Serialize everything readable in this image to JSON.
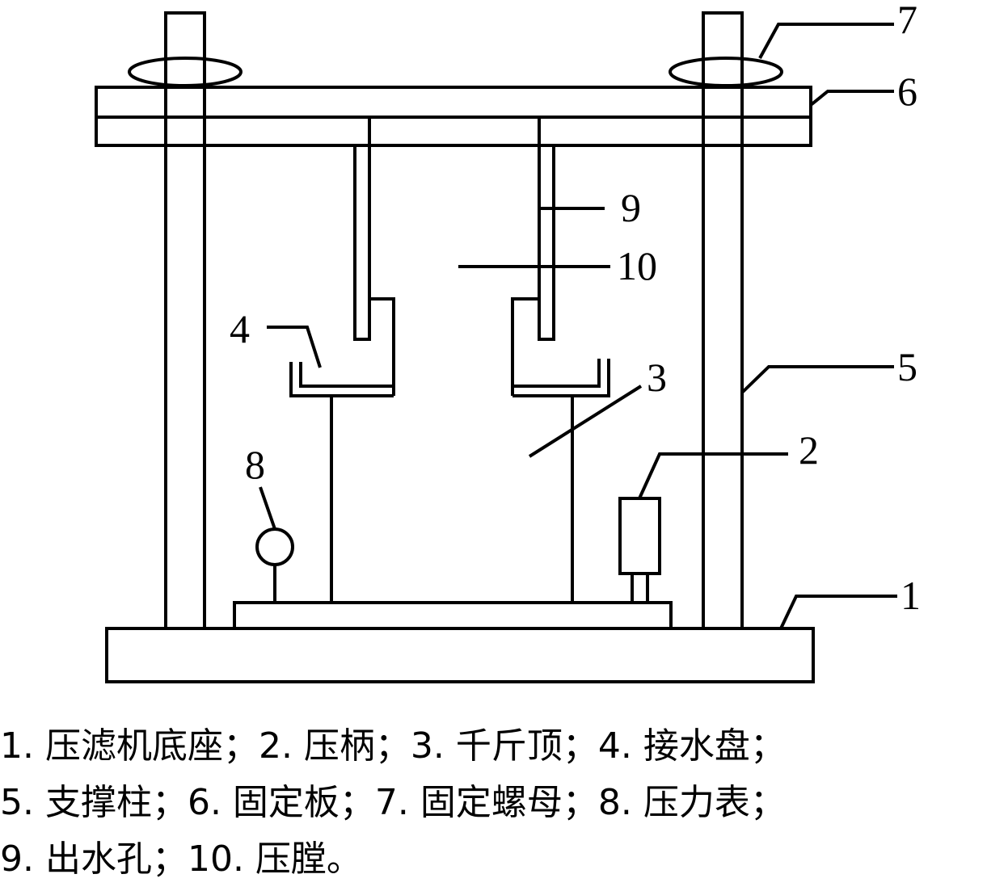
{
  "labels": {
    "l1": "1",
    "l2": "2",
    "l3": "3",
    "l4": "4",
    "l5": "5",
    "l6": "6",
    "l7": "7",
    "l8": "8",
    "l9": "9",
    "l10": "10"
  },
  "caption": {
    "line1": "1. 压滤机底座；2. 压柄；3. 千斤顶；4. 接水盘；",
    "line2": "5. 支撑柱；6. 固定板；7. 固定螺母；8. 压力表；",
    "line3": "9. 出水孔；10. 压膛。"
  }
}
